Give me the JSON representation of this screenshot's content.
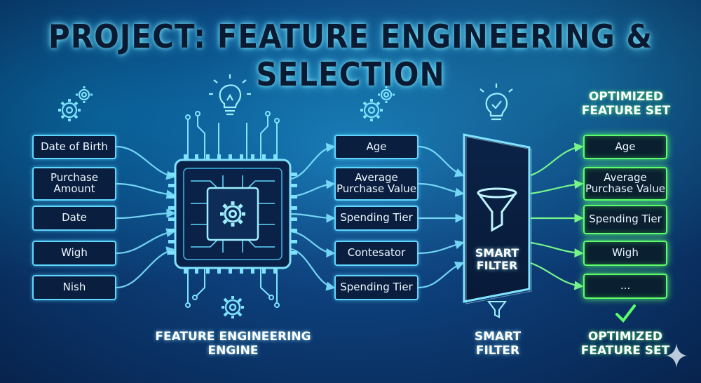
{
  "title": "PROJECT: FEATURE ENGINEERING & SELECTION",
  "inputs": [
    "Date of Birth",
    "Purchase Amount",
    "Date",
    "Wigh",
    "Nish"
  ],
  "engineered": [
    "Age",
    "Average Purchase Value",
    "Spending Tier",
    "Contesator",
    "Spending Tier"
  ],
  "optimized": [
    "Age",
    "Average Purchase Value",
    "Spending Tier",
    "Wigh",
    "..."
  ],
  "engine_label": "FEATURE ENGINEERING ENGINE",
  "filter_panel_label": "SMART FILTER",
  "filter_label": "SMART FILTER",
  "optimized_top_label": "OPTIMIZED FEATURE SET",
  "optimized_bottom_label": "OPTIMIZED FEATURE SET",
  "colors": {
    "accent": "#5fd6ff",
    "output": "#5cff6a",
    "box_fill": "#0a1f3f"
  },
  "icons": [
    "gears-icon",
    "lightbulb-icon",
    "chip-icon",
    "gear-icon",
    "funnel-icon",
    "lightbulb-check-icon",
    "checkmark-icon",
    "sparkle-icon"
  ]
}
